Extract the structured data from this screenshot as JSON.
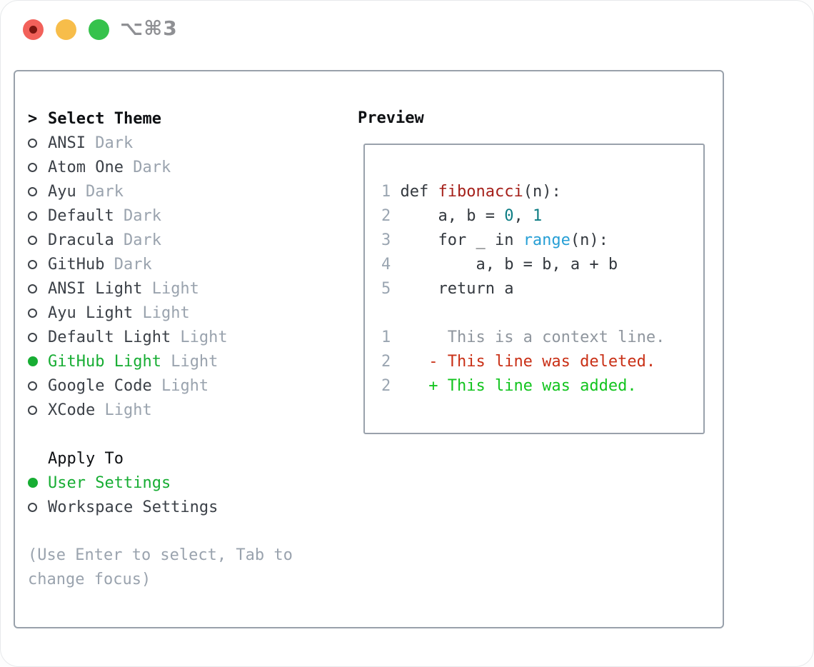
{
  "window": {
    "title": "⌥⌘3"
  },
  "traffic_lights": [
    {
      "name": "close-button",
      "color": "#f2615a",
      "dot": true
    },
    {
      "name": "minimize-button",
      "color": "#f7bd4a",
      "dot": false
    },
    {
      "name": "zoom-button",
      "color": "#36c24c",
      "dot": false
    }
  ],
  "theme_picker": {
    "header_prefix": ">",
    "header_label": "Select Theme",
    "themes": [
      {
        "name": "ANSI",
        "variant": "Dark",
        "selected": false
      },
      {
        "name": "Atom One",
        "variant": "Dark",
        "selected": false
      },
      {
        "name": "Ayu",
        "variant": "Dark",
        "selected": false
      },
      {
        "name": "Default",
        "variant": "Dark",
        "selected": false
      },
      {
        "name": "Dracula",
        "variant": "Dark",
        "selected": false
      },
      {
        "name": "GitHub",
        "variant": "Dark",
        "selected": false
      },
      {
        "name": "ANSI Light",
        "variant": "Light",
        "selected": false
      },
      {
        "name": "Ayu Light",
        "variant": "Light",
        "selected": false
      },
      {
        "name": "Default Light",
        "variant": "Light",
        "selected": false
      },
      {
        "name": "GitHub Light",
        "variant": "Light",
        "selected": true
      },
      {
        "name": "Google Code",
        "variant": "Light",
        "selected": false
      },
      {
        "name": "XCode",
        "variant": "Light",
        "selected": false
      }
    ],
    "apply_to_label": "Apply To",
    "apply_options": [
      {
        "name": "User Settings",
        "selected": true
      },
      {
        "name": "Workspace Settings",
        "selected": false
      }
    ],
    "hint_lines": [
      "(Use Enter to select, Tab to",
      "change focus)"
    ]
  },
  "preview": {
    "label": "Preview",
    "code_lines": [
      {
        "segments": [
          {
            "text": "1 ",
            "style": "linenum"
          },
          {
            "text": "def ",
            "style": "code"
          },
          {
            "text": "fibonacci",
            "style": "function"
          },
          {
            "text": "(n):",
            "style": "code"
          }
        ]
      },
      {
        "segments": [
          {
            "text": "2",
            "style": "linenum"
          },
          {
            "text": "     a, b = ",
            "style": "code"
          },
          {
            "text": "0",
            "style": "literal"
          },
          {
            "text": ", ",
            "style": "code"
          },
          {
            "text": "1",
            "style": "literal"
          }
        ]
      },
      {
        "segments": [
          {
            "text": "3",
            "style": "linenum"
          },
          {
            "text": "     for _ in ",
            "style": "code"
          },
          {
            "text": "range",
            "style": "builtin"
          },
          {
            "text": "(n):",
            "style": "code"
          }
        ]
      },
      {
        "segments": [
          {
            "text": "4",
            "style": "linenum"
          },
          {
            "text": "         a, b = b, a + b",
            "style": "code"
          }
        ]
      },
      {
        "segments": [
          {
            "text": "5",
            "style": "linenum"
          },
          {
            "text": "     return a",
            "style": "code"
          }
        ]
      },
      {
        "segments": []
      },
      {
        "segments": [
          {
            "text": "1",
            "style": "linenum"
          },
          {
            "text": "      This is a context line.",
            "style": "context"
          }
        ]
      },
      {
        "segments": [
          {
            "text": "2",
            "style": "linenum"
          },
          {
            "text": "    ",
            "style": "code"
          },
          {
            "text": "- This line was deleted.",
            "style": "removed"
          }
        ]
      },
      {
        "segments": [
          {
            "text": "2",
            "style": "linenum"
          },
          {
            "text": "    ",
            "style": "code"
          },
          {
            "text": "+ This line was added.",
            "style": "added"
          }
        ]
      }
    ]
  },
  "colors": {
    "selected-green": "#17ad33",
    "added-green": "#12c41e",
    "deleted-red": "#c93016",
    "function-red": "#a5201a",
    "literal-teal": "#0d7d84",
    "builtin-blue": "#279fd5",
    "text-dark": "#3c4148",
    "muted-gray": "#9aa3ae",
    "border-gray": "#99a1ab",
    "heading-black": "#0e1013"
  }
}
